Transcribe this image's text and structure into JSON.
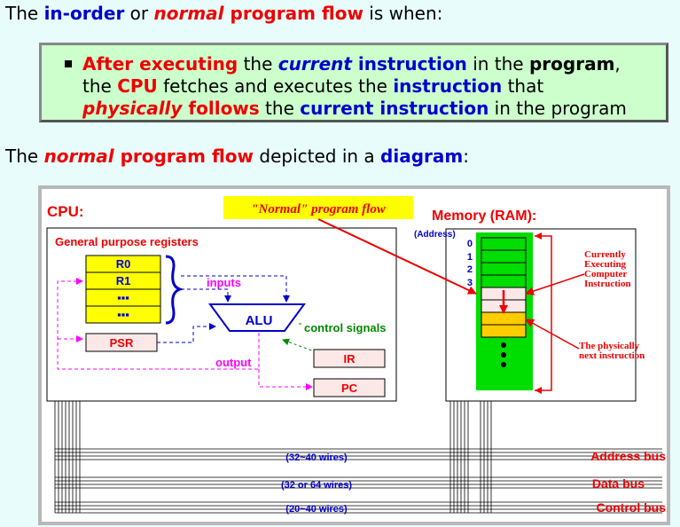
{
  "intro": {
    "t1": "The ",
    "t2": "in-order",
    "t3": " or ",
    "t4": "normal",
    "t5": " program flow",
    "t6": " is when:"
  },
  "bullet": {
    "l1a": "After executing",
    "l1b": " the ",
    "l1c": "current",
    "l1d": " instruction",
    "l1e": " in the ",
    "l1f": "program",
    "l1g": ",",
    "l2a": "the ",
    "l2b": "CPU",
    "l2c": " fetches and executes the ",
    "l2d": "instruction",
    "l2e": " that",
    "l3a": "physically",
    "l3b": " follows",
    "l3c": " the ",
    "l3d": "current instruction",
    "l3e": " in the program"
  },
  "second": {
    "t1": "The ",
    "t2": "normal",
    "t3": " program flow",
    "t4": " depicted in a ",
    "t5": "diagram",
    "t6": ":"
  },
  "diagram": {
    "cpu_label": "CPU:",
    "normal_flow_label": "\"Normal\" program flow",
    "memory_label": "Memory (RAM):",
    "address_label": "(Address)",
    "addresses": [
      "0",
      "1",
      "2",
      "3"
    ],
    "gpr_label": "General purpose registers",
    "registers": [
      "R0",
      "R1",
      "▪▪▪",
      "▪▪▪"
    ],
    "inputs_label": "inputs",
    "alu_label": "ALU",
    "control_signals_label": "control signals",
    "psr_label": "PSR",
    "ir_label": "IR",
    "output_label": "output",
    "pc_label": "PC",
    "current_instr_label": [
      "Currently",
      "Executing",
      "Computer",
      "Instruction"
    ],
    "next_instr_label": [
      "The physically",
      "next instruction"
    ],
    "address_bus_wires": "(32~40 wires)",
    "data_bus_wires": "(32 or 64 wires)",
    "control_bus_wires": "(20~40 wires)",
    "address_bus": "Address bus",
    "data_bus": "Data bus",
    "control_bus": "Control bus"
  },
  "colors": {
    "background": "#e8fcfc",
    "bullet_box": "#ccffcc",
    "register_fill": "#ffff00",
    "memory_fill": "#00dd00",
    "alert_red": "#ee0000",
    "accent_blue": "#0000cc"
  }
}
